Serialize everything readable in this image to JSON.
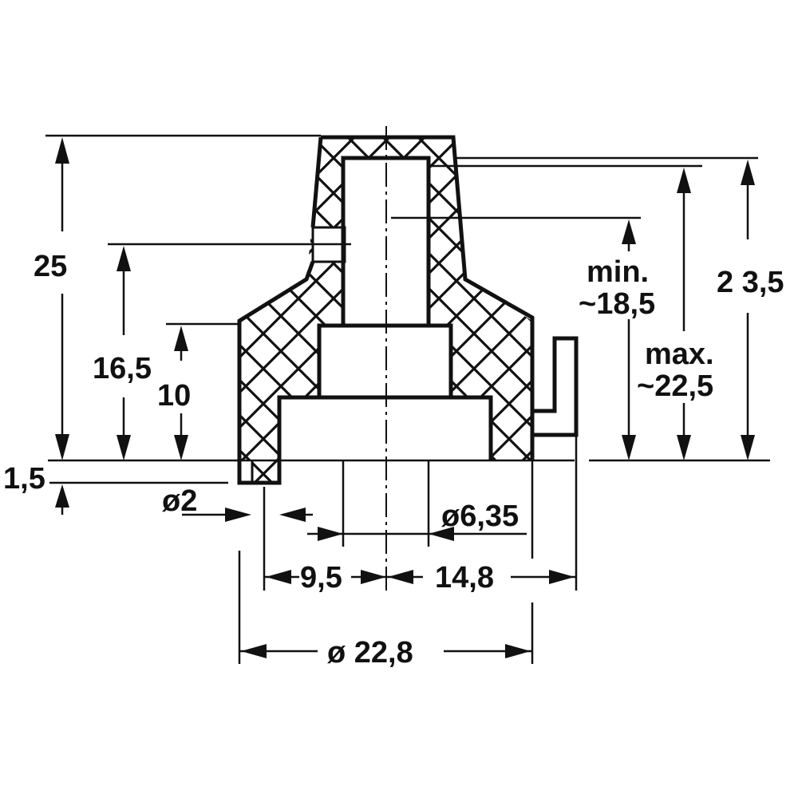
{
  "drawing": {
    "subject": "Knob cross-section with dimensions (mm)",
    "line_color": "#111111",
    "background": "#ffffff",
    "hatch": "cross-hatch"
  },
  "dimensions": {
    "total_height": "25",
    "set_screw_height": "16,5",
    "skirt_height": "10",
    "base_offset": "1,5",
    "pin_diameter": "ø2",
    "bore_diameter": "ø6,35",
    "pointer_offset_left": "9,5",
    "pointer_offset_right": "14,8",
    "outer_diameter": "ø 22,8",
    "min_depth_label": "min.",
    "min_depth_value": "~18,5",
    "max_depth_label": "max.",
    "max_depth_value": "~22,5",
    "cap_height": "2 3,5"
  }
}
